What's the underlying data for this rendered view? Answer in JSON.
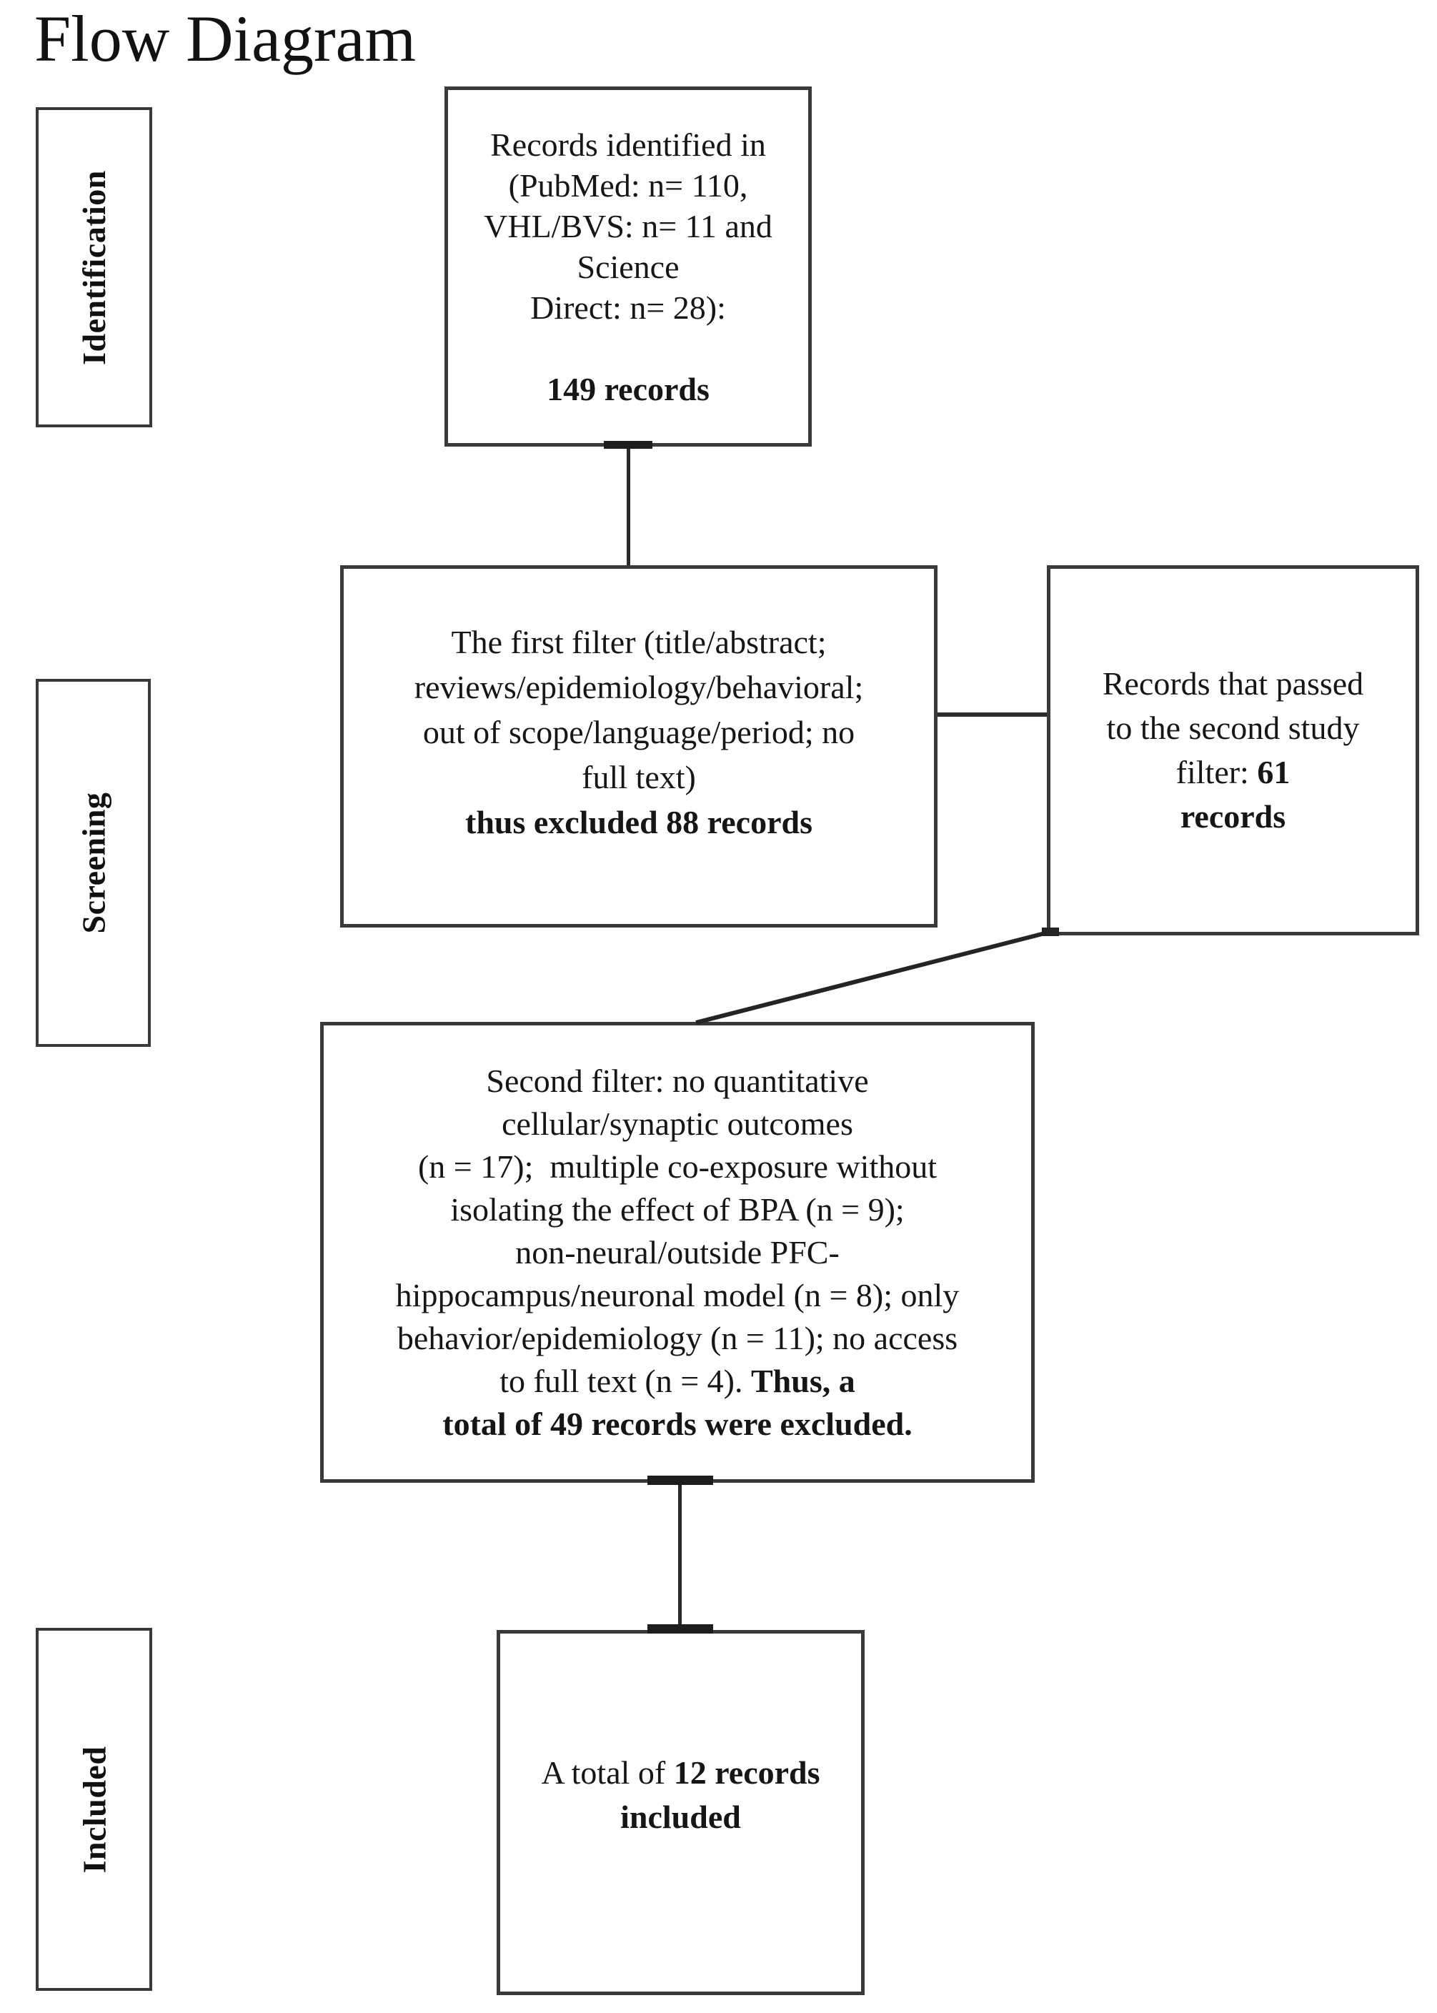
{
  "title": "Flow Diagram",
  "stages": {
    "identification": "Identification",
    "screening": "Screening",
    "included": "Included"
  },
  "boxes": {
    "identified": {
      "lines": [
        "Records identified in",
        "(PubMed: n= 110,",
        "VHL/BVS: n= 11 and",
        "Science",
        "Direct: n= 28):"
      ],
      "total": "149 records"
    },
    "first_filter": {
      "lines": [
        "The first filter (title/abstract;",
        "reviews/epidemiology/behavioral;",
        "out of scope/language/period; no",
        "full text)"
      ],
      "excluded": "thus excluded 88 records"
    },
    "passed": {
      "line1": "Records that passed",
      "line2": "to the second study",
      "line3_regular": "filter: ",
      "line3_bold": "61",
      "line4_bold": "records"
    },
    "second_filter": {
      "lines": [
        "Second filter: no quantitative",
        "cellular/synaptic outcomes",
        "(n = 17);  multiple co-exposure without",
        "isolating the effect of BPA (n = 9);",
        "non-neural/outside PFC-",
        "hippocampus/neuronal model (n = 8); only",
        "behavior/epidemiology (n = 11); no access"
      ],
      "line8_regular": "to full text (n = 4). ",
      "line8_bold": "Thus, a",
      "line9_bold": "total of 49 records were excluded."
    },
    "included_total": {
      "line1_regular": "A total of ",
      "line1_bold": "12 records",
      "line2_bold": "included"
    }
  }
}
